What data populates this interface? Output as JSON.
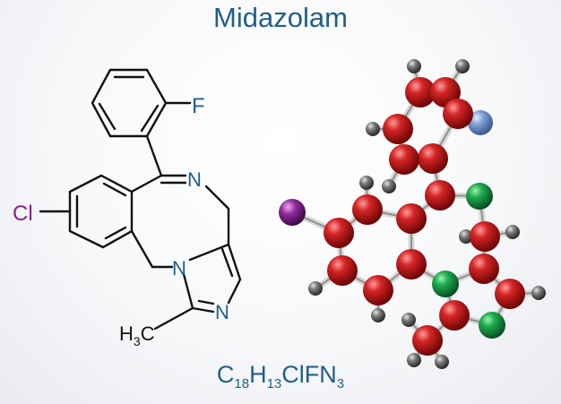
{
  "title": "Midazolam",
  "formula": {
    "parts": [
      {
        "text": "C",
        "sub": "18"
      },
      {
        "text": "H",
        "sub": "13"
      },
      {
        "text": "ClFN",
        "sub": "3"
      }
    ]
  },
  "structure_labels": {
    "fluorine": "F",
    "chlorine": "Cl",
    "imine_nitrogen": "N",
    "ring_nitrogen_1": "N",
    "ring_nitrogen_2": "N",
    "methyl_h": "H",
    "methyl_h_sub": "3",
    "methyl_c": "C"
  },
  "colors": {
    "title": "#1f5f8b",
    "bond": "#111111",
    "fluorine_label": "#1f5f8b",
    "chlorine_label": "#8b1d8b",
    "nitrogen_label": "#1f5f8b",
    "carbon_atom": "#c41a1a",
    "nitrogen_atom": "#1aa34a",
    "hydrogen_atom": "#6e6e6e",
    "fluorine_atom": "#7e9fd6",
    "chlorine_atom": "#8e2a9b"
  }
}
